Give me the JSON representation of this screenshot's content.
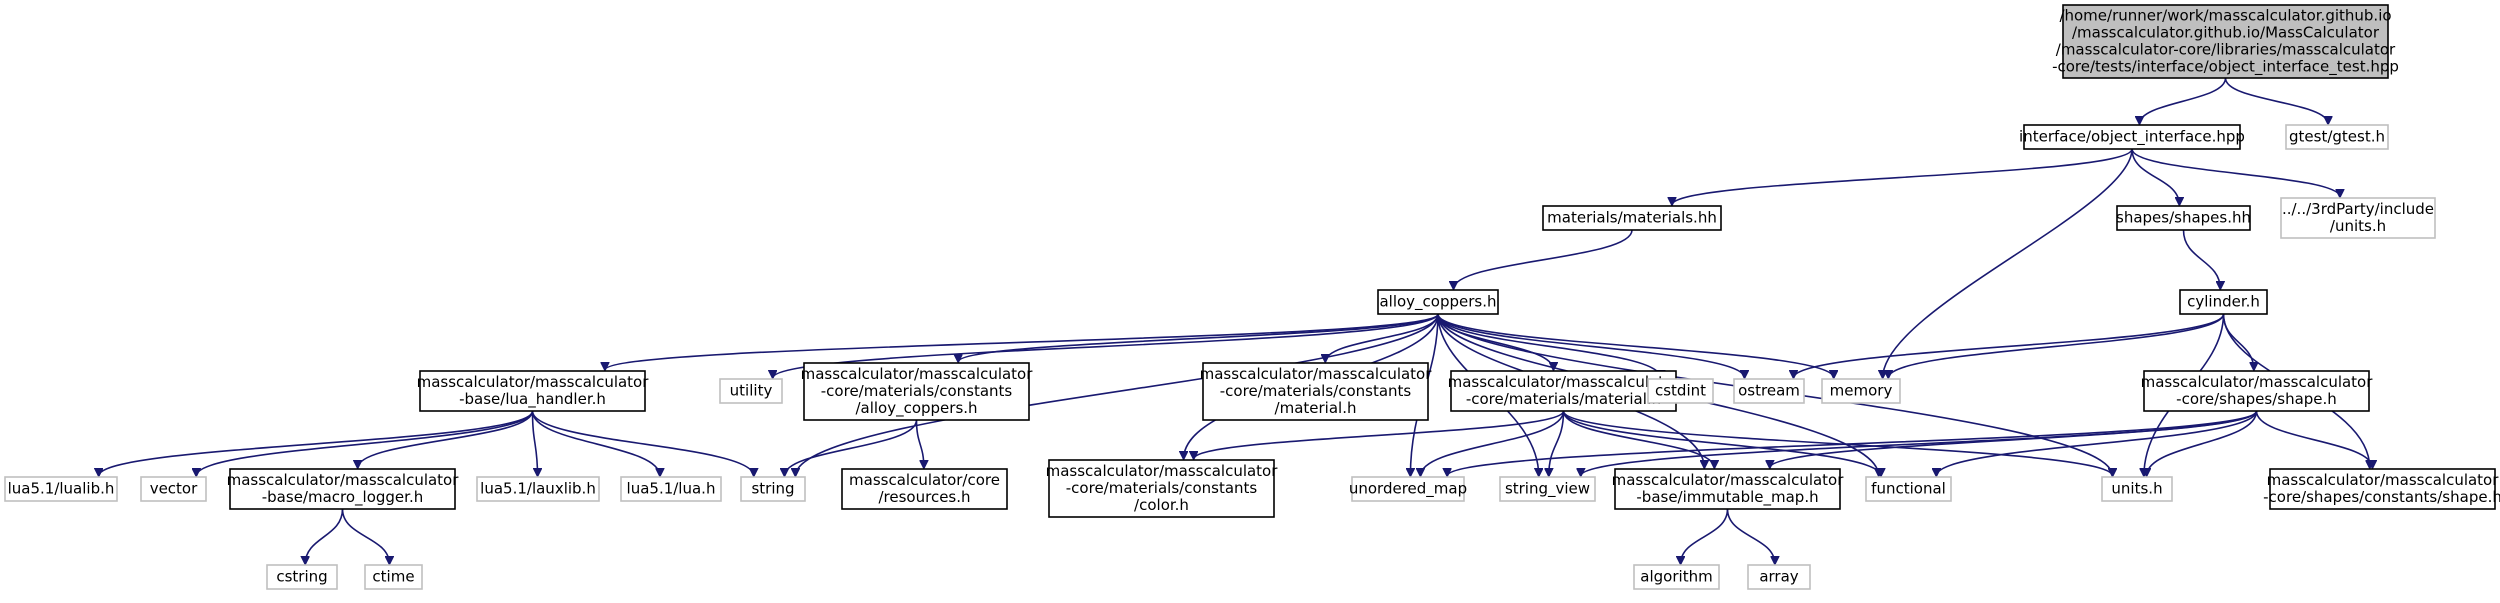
{
  "colors": {
    "edge": "#191970",
    "root_fill": "#bfbfbf",
    "node_border": "#000000",
    "external_border": "#bfbfbf",
    "background": "#ffffff"
  },
  "nodes": [
    {
      "id": "root",
      "kind": "root",
      "lines": [
        "/home/runner/work/masscalculator.github.io",
        "/masscalculator.github.io/MassCalculator",
        "/masscalculator-core/libraries/masscalculator",
        "-core/tests/interface/object_interface_test.hpp"
      ]
    },
    {
      "id": "object_interface",
      "kind": "file",
      "lines": [
        "interface/object_interface.hpp"
      ]
    },
    {
      "id": "gtest",
      "kind": "external",
      "lines": [
        "gtest/gtest.h"
      ]
    },
    {
      "id": "materials_hh",
      "kind": "file",
      "lines": [
        "materials/materials.hh"
      ]
    },
    {
      "id": "shapes_hh",
      "kind": "file",
      "lines": [
        "shapes/shapes.hh"
      ]
    },
    {
      "id": "units_3rd",
      "kind": "external",
      "lines": [
        "../../3rdParty/include",
        "/units.h"
      ]
    },
    {
      "id": "alloy_coppers",
      "kind": "file",
      "lines": [
        "alloy_coppers.h"
      ]
    },
    {
      "id": "cylinder",
      "kind": "file",
      "lines": [
        "cylinder.h"
      ]
    },
    {
      "id": "lua_handler",
      "kind": "file",
      "lines": [
        "masscalculator/masscalculator",
        "-base/lua_handler.h"
      ]
    },
    {
      "id": "utility",
      "kind": "external",
      "lines": [
        "utility"
      ]
    },
    {
      "id": "const_alloy",
      "kind": "file",
      "lines": [
        "masscalculator/masscalculator",
        "-core/materials/constants",
        "/alloy_coppers.h"
      ]
    },
    {
      "id": "const_material",
      "kind": "file",
      "lines": [
        "masscalculator/masscalculator",
        "-core/materials/constants",
        "/material.h"
      ]
    },
    {
      "id": "material_h",
      "kind": "file",
      "lines": [
        "masscalculator/masscalculator",
        "-core/materials/material.h"
      ]
    },
    {
      "id": "cstdint",
      "kind": "external",
      "lines": [
        "cstdint"
      ]
    },
    {
      "id": "ostream",
      "kind": "external",
      "lines": [
        "ostream"
      ]
    },
    {
      "id": "memory",
      "kind": "external",
      "lines": [
        "memory"
      ]
    },
    {
      "id": "shape_h",
      "kind": "file",
      "lines": [
        "masscalculator/masscalculator",
        "-core/shapes/shape.h"
      ]
    },
    {
      "id": "lualib",
      "kind": "external",
      "lines": [
        "lua5.1/lualib.h"
      ]
    },
    {
      "id": "vector",
      "kind": "external",
      "lines": [
        "vector"
      ]
    },
    {
      "id": "macro_logger",
      "kind": "file",
      "lines": [
        "masscalculator/masscalculator",
        "-base/macro_logger.h"
      ]
    },
    {
      "id": "lauxlib",
      "kind": "external",
      "lines": [
        "lua5.1/lauxlib.h"
      ]
    },
    {
      "id": "lua_h",
      "kind": "external",
      "lines": [
        "lua5.1/lua.h"
      ]
    },
    {
      "id": "string",
      "kind": "external",
      "lines": [
        "string"
      ]
    },
    {
      "id": "resources",
      "kind": "file",
      "lines": [
        "masscalculator/core",
        "/resources.h"
      ]
    },
    {
      "id": "color",
      "kind": "file",
      "lines": [
        "masscalculator/masscalculator",
        "-core/materials/constants",
        "/color.h"
      ]
    },
    {
      "id": "unordered_map",
      "kind": "external",
      "lines": [
        "unordered_map"
      ]
    },
    {
      "id": "string_view",
      "kind": "external",
      "lines": [
        "string_view"
      ]
    },
    {
      "id": "immutable_map",
      "kind": "file",
      "lines": [
        "masscalculator/masscalculator",
        "-base/immutable_map.h"
      ]
    },
    {
      "id": "functional",
      "kind": "external",
      "lines": [
        "functional"
      ]
    },
    {
      "id": "units_h",
      "kind": "external",
      "lines": [
        "units.h"
      ]
    },
    {
      "id": "const_shape",
      "kind": "file",
      "lines": [
        "masscalculator/masscalculator",
        "-core/shapes/constants/shape.h"
      ]
    },
    {
      "id": "cstring",
      "kind": "external",
      "lines": [
        "cstring"
      ]
    },
    {
      "id": "ctime",
      "kind": "external",
      "lines": [
        "ctime"
      ]
    },
    {
      "id": "algorithm",
      "kind": "external",
      "lines": [
        "algorithm"
      ]
    },
    {
      "id": "array",
      "kind": "external",
      "lines": [
        "array"
      ]
    }
  ],
  "edges": [
    [
      "root",
      "object_interface"
    ],
    [
      "root",
      "gtest"
    ],
    [
      "object_interface",
      "materials_hh"
    ],
    [
      "object_interface",
      "shapes_hh"
    ],
    [
      "object_interface",
      "units_3rd"
    ],
    [
      "object_interface",
      "memory"
    ],
    [
      "materials_hh",
      "alloy_coppers"
    ],
    [
      "shapes_hh",
      "cylinder"
    ],
    [
      "alloy_coppers",
      "lua_handler"
    ],
    [
      "alloy_coppers",
      "utility"
    ],
    [
      "alloy_coppers",
      "const_alloy"
    ],
    [
      "alloy_coppers",
      "const_material"
    ],
    [
      "alloy_coppers",
      "material_h"
    ],
    [
      "alloy_coppers",
      "cstdint"
    ],
    [
      "alloy_coppers",
      "ostream"
    ],
    [
      "alloy_coppers",
      "memory"
    ],
    [
      "alloy_coppers",
      "string"
    ],
    [
      "alloy_coppers",
      "color"
    ],
    [
      "alloy_coppers",
      "unordered_map"
    ],
    [
      "alloy_coppers",
      "string_view"
    ],
    [
      "alloy_coppers",
      "immutable_map"
    ],
    [
      "alloy_coppers",
      "functional"
    ],
    [
      "alloy_coppers",
      "units_h"
    ],
    [
      "cylinder",
      "ostream"
    ],
    [
      "cylinder",
      "memory"
    ],
    [
      "cylinder",
      "shape_h"
    ],
    [
      "cylinder",
      "units_h"
    ],
    [
      "cylinder",
      "const_shape"
    ],
    [
      "lua_handler",
      "lualib"
    ],
    [
      "lua_handler",
      "vector"
    ],
    [
      "lua_handler",
      "macro_logger"
    ],
    [
      "lua_handler",
      "lauxlib"
    ],
    [
      "lua_handler",
      "lua_h"
    ],
    [
      "lua_handler",
      "string"
    ],
    [
      "const_alloy",
      "string"
    ],
    [
      "const_alloy",
      "resources"
    ],
    [
      "material_h",
      "color"
    ],
    [
      "material_h",
      "unordered_map"
    ],
    [
      "material_h",
      "string_view"
    ],
    [
      "material_h",
      "immutable_map"
    ],
    [
      "material_h",
      "functional"
    ],
    [
      "material_h",
      "units_h"
    ],
    [
      "shape_h",
      "unordered_map"
    ],
    [
      "shape_h",
      "string_view"
    ],
    [
      "shape_h",
      "immutable_map"
    ],
    [
      "shape_h",
      "functional"
    ],
    [
      "shape_h",
      "units_h"
    ],
    [
      "shape_h",
      "const_shape"
    ],
    [
      "macro_logger",
      "cstring"
    ],
    [
      "macro_logger",
      "ctime"
    ],
    [
      "immutable_map",
      "algorithm"
    ],
    [
      "immutable_map",
      "array"
    ]
  ]
}
